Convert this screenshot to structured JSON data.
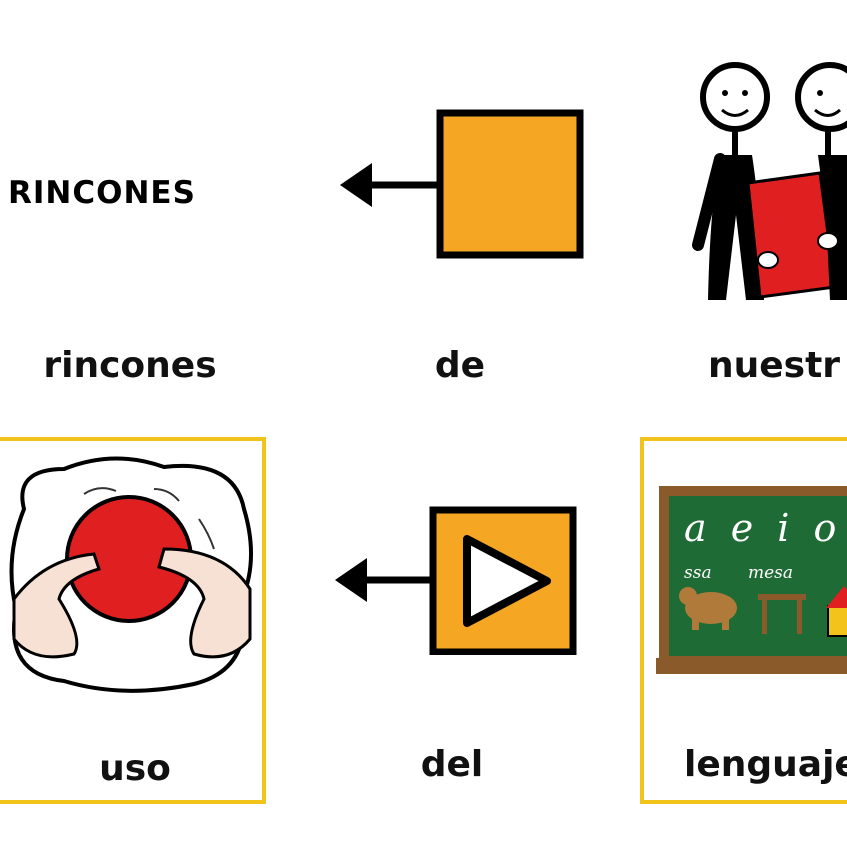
{
  "row1": {
    "symbol_label": "RINCONES",
    "words": [
      "rincones",
      "de",
      "nuestr"
    ]
  },
  "row2": {
    "words": [
      "uso",
      "del",
      "lenguaje"
    ],
    "blackboard_text": "a e i o",
    "blackboard_words": [
      "ssa",
      "mesa"
    ]
  },
  "colors": {
    "highlight_border": "#f2c31a",
    "orange_square": "#f5a623",
    "red": "#e02020",
    "board_green": "#1f6b35",
    "board_frame": "#8a5a2b"
  },
  "icons": [
    "arrow-left-icon",
    "square-icon",
    "friends-icon",
    "ball-in-hands-icon",
    "play-triangle-icon",
    "blackboard-icon"
  ]
}
